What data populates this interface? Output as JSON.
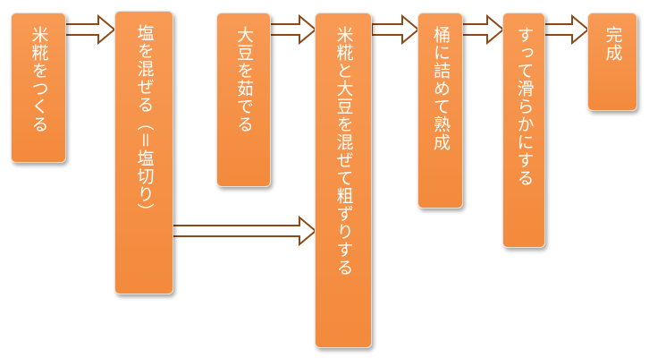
{
  "steps": [
    {
      "id": "step-1",
      "text": "米糀をつくる"
    },
    {
      "id": "step-2",
      "text": "塩を混ぜる（＝塩切り）"
    },
    {
      "id": "step-3",
      "text": "大豆を茹でる"
    },
    {
      "id": "step-4",
      "text": "米糀と大豆を混ぜて粗ずりする"
    },
    {
      "id": "step-5",
      "text": "桶に詰めて熟成"
    },
    {
      "id": "step-6",
      "text": "すって滑らかにする"
    },
    {
      "id": "step-7",
      "text": "完成"
    }
  ],
  "colors": {
    "box_fill": "#f38a3c",
    "arrow_stroke": "#8b4a1a",
    "text": "#ffffff"
  }
}
